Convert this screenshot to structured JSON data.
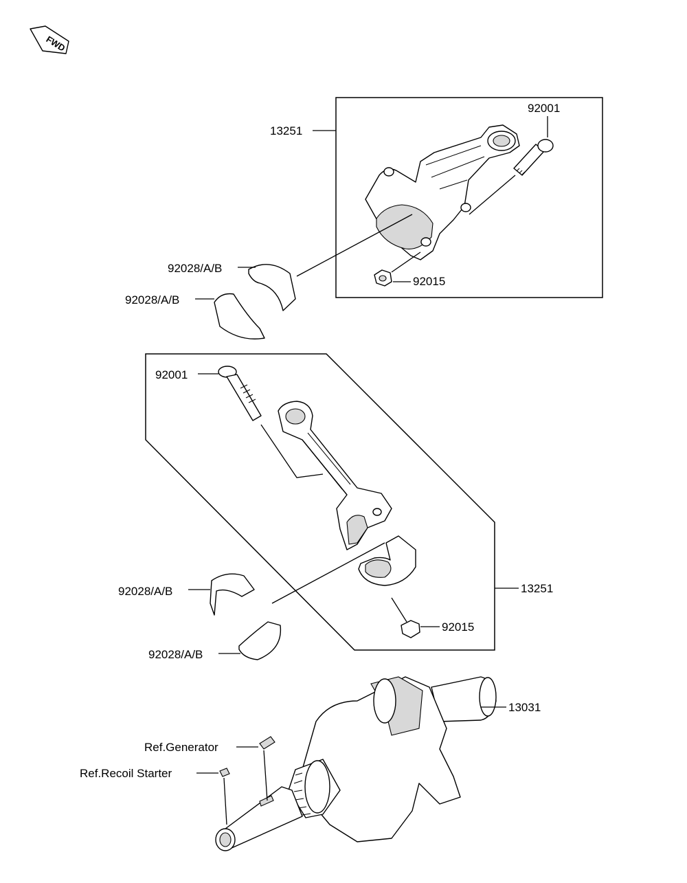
{
  "fwd_label": "FWD",
  "upper_group": {
    "assembly_label": "13251",
    "bolt_label": "92001",
    "nut_label": "92015",
    "bearing_upper_label": "92028/A/B",
    "bearing_lower_label": "92028/A/B"
  },
  "lower_group": {
    "assembly_label": "13251",
    "bolt_label": "92001",
    "nut_label": "92015",
    "bearing_upper_label": "92028/A/B",
    "bearing_lower_label": "92028/A/B"
  },
  "crankshaft": {
    "label": "13031",
    "ref_generator_label": "Ref.Generator",
    "ref_recoil_label": "Ref.Recoil Starter"
  }
}
